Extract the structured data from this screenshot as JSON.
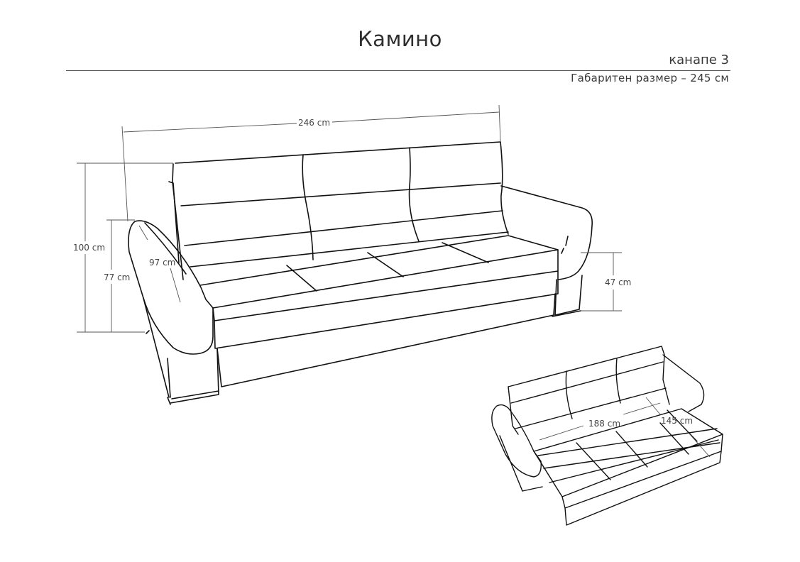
{
  "header": {
    "title": "Камино",
    "subtitle": "канапе 3",
    "overall_size": "Габаритен размер – 245 см"
  },
  "dimensions": {
    "width": "246 cm",
    "height": "100 cm",
    "armrest_height": "77 cm",
    "depth": "97 cm",
    "seat_height": "47 cm",
    "bed_length": "188 cm",
    "bed_width": "145 cm"
  }
}
